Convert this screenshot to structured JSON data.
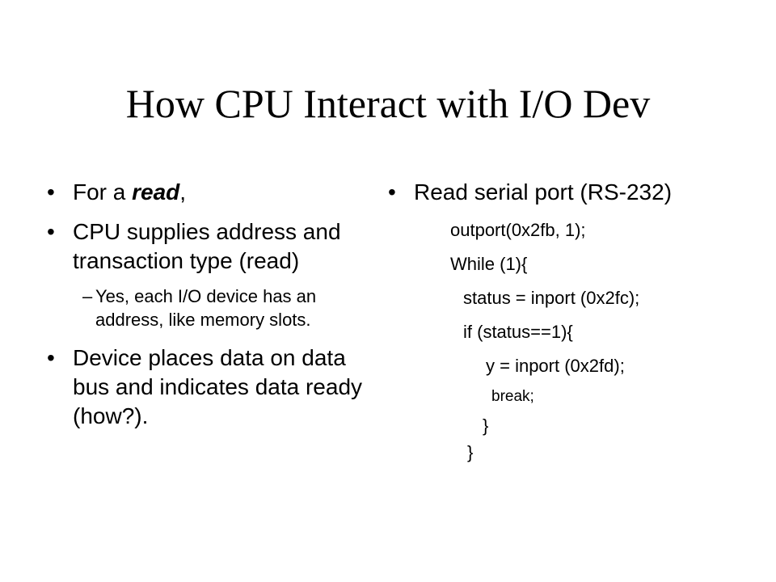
{
  "title": "How CPU Interact with I/O Dev",
  "left": {
    "b1_pre": "For a ",
    "b1_em": "read",
    "b1_post": ",",
    "b2": "CPU supplies address and transaction type (read)",
    "sub1": "Yes, each I/O device has an address, like memory slots.",
    "b3": "Device places data on data bus and indicates data ready (how?)."
  },
  "right": {
    "b1": "Read serial port (RS-232)",
    "code": [
      "outport(0x2fb, 1);",
      "While (1){",
      "status = inport (0x2fc);",
      "if (status==1){",
      "y = inport (0x2fd);",
      "break;",
      "}",
      "}"
    ]
  },
  "glyphs": {
    "bullet": "•",
    "dash": "–"
  }
}
